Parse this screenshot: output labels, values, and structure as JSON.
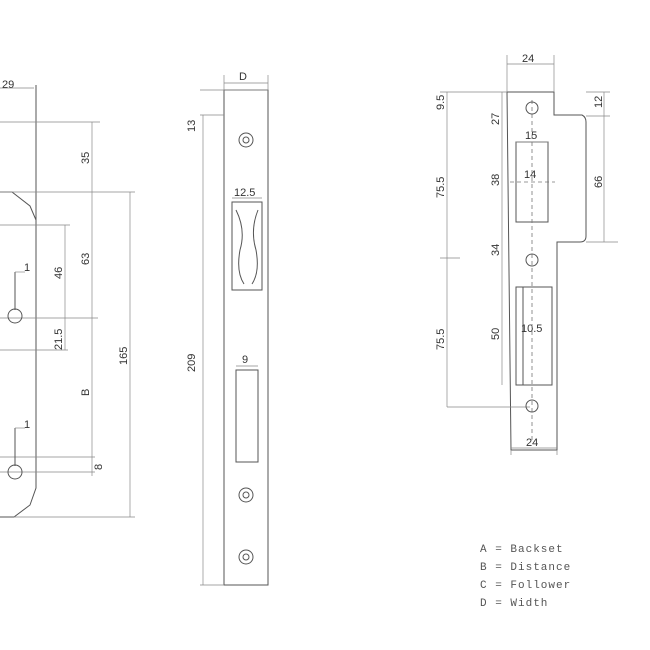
{
  "lock_body": {
    "dims": {
      "top_width": "29",
      "d35": "35",
      "d63": "63",
      "d46": "46",
      "d21_5": "21.5",
      "dB": "B",
      "d165": "165",
      "d8": "8",
      "mark1a": "1",
      "mark1b": "1"
    }
  },
  "faceplate": {
    "dims": {
      "width": "D",
      "d13": "13",
      "d209": "209",
      "latch": "12.5",
      "bolt": "9"
    }
  },
  "strike": {
    "dims": {
      "top": "24",
      "bottom": "24",
      "d9_5": "9.5",
      "d75_5a": "75.5",
      "d75_5b": "75.5",
      "d27": "27",
      "d38": "38",
      "d34": "34",
      "d50": "50",
      "d15": "15",
      "d14": "14",
      "d10_5": "10.5",
      "d12": "12",
      "d66": "66"
    }
  },
  "legend": [
    "A = Backset",
    "B = Distance",
    "C = Follower",
    "D = Width"
  ]
}
